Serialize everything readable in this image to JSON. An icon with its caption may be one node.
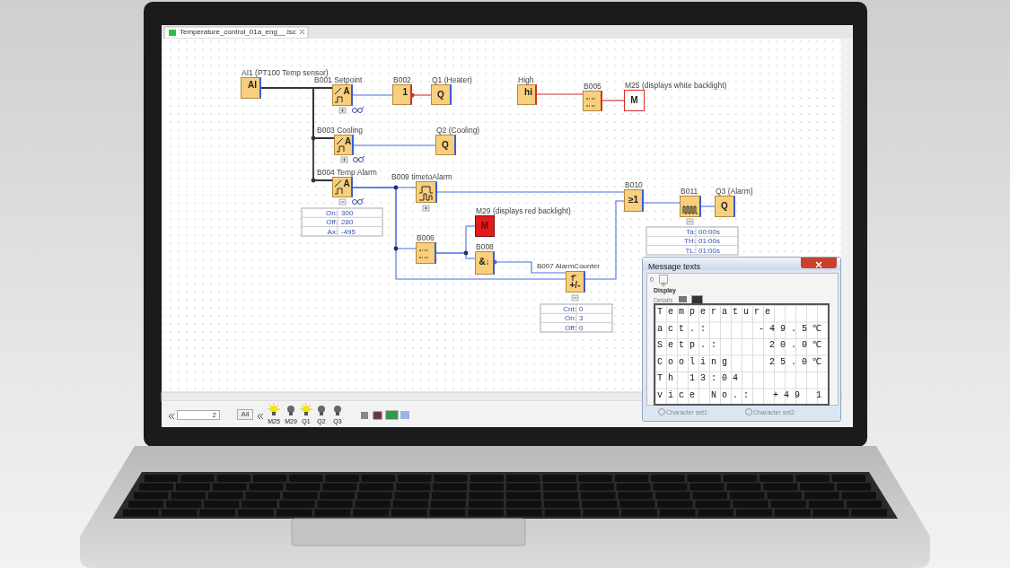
{
  "diagram": {
    "nodes": [
      {
        "text": [
          "AI1 (PT100 Temp sensor)",
          "AI"
        ]
      },
      {
        "text": [
          "B001 Setpoint",
          "A"
        ]
      },
      {
        "text": [
          "B002",
          "1"
        ]
      },
      {
        "text": [
          "Q1 (Heater)",
          "Q"
        ]
      },
      {
        "text": [
          "High",
          "hi"
        ]
      },
      {
        "text": [
          "B005"
        ]
      },
      {
        "text": [
          "M25 (displays white backlight)",
          "M"
        ]
      },
      {
        "text": [
          "B003 Cooling",
          "A"
        ]
      },
      {
        "text": [
          "Q2 (Cooling)",
          "Q"
        ]
      },
      {
        "text": [
          "B004 Temp Alarm",
          "A"
        ]
      },
      {
        "text": [
          "B009 timetoAlarm"
        ]
      },
      {
        "text": [
          "B010",
          "≥1"
        ]
      },
      {
        "text": [
          "B011"
        ]
      },
      {
        "text": [
          "Q3 (Alarm)",
          "Q"
        ]
      },
      {
        "text": [
          "M29 (displays red backlight)",
          "M"
        ]
      },
      {
        "text": [
          "B006"
        ]
      },
      {
        "text": [
          "B008",
          "&↓"
        ]
      },
      {
        "text": [
          "B007 AlarmCounter",
          "+/-"
        ]
      },
      {
        "text": [
          "Message texts",
          "0",
          "Display",
          "Details",
          "Temperature",
          "act.:",
          "-49.5℃",
          "Setp.:",
          "20.0℃",
          "Cooling",
          "25.0℃",
          "Th 13:04",
          "vice No.:",
          "+49 1",
          "Character set1",
          "Character set2"
        ]
      }
    ],
    "edges": [
      {
        "from": 0,
        "to": 1,
        "arrow": "none",
        "color": "#333333"
      },
      {
        "from": 0,
        "to": 7,
        "arrow": "none",
        "color": "#333333"
      },
      {
        "from": 0,
        "to": 9,
        "arrow": "none",
        "color": "#333333"
      },
      {
        "from": 1,
        "to": 2,
        "arrow": "none"
      },
      {
        "from": 2,
        "to": 3,
        "arrow": "other",
        "color": "#d92b2b"
      },
      {
        "from": 4,
        "to": 5,
        "arrow": "none",
        "color": "#d92b2b"
      },
      {
        "from": 5,
        "to": 6,
        "arrow": "none",
        "color": "#d92b2b"
      },
      {
        "from": 7,
        "to": 8,
        "arrow": "none"
      },
      {
        "from": 9,
        "to": 10,
        "arrow": "none"
      },
      {
        "from": 9,
        "to": 15,
        "arrow": "none"
      },
      {
        "from": 9,
        "to": 17,
        "arrow": "none"
      },
      {
        "from": 10,
        "to": 11,
        "arrow": "none"
      },
      {
        "from": 15,
        "to": 14,
        "arrow": "none"
      },
      {
        "from": 15,
        "to": 16,
        "arrow": "none"
      },
      {
        "from": 16,
        "to": 17,
        "arrow": "other"
      },
      {
        "from": 17,
        "to": 11,
        "arrow": "none"
      },
      {
        "from": 11,
        "to": 12,
        "arrow": "none"
      },
      {
        "from": 12,
        "to": 13,
        "arrow": "none"
      }
    ],
    "labels": [
      "Temperature_control_01a_eng__.lsc",
      "On:",
      "300",
      "Off:",
      "280",
      "Ax:",
      "-495",
      "Ta:",
      "00:00s",
      "TH:",
      "01:00s",
      "TL:",
      "01:00s",
      "Cnt:",
      "0",
      "On:",
      "3",
      "Off:",
      "0",
      "2",
      "All",
      "M25",
      "M29",
      "Q1",
      "Q2",
      "Q3"
    ]
  }
}
